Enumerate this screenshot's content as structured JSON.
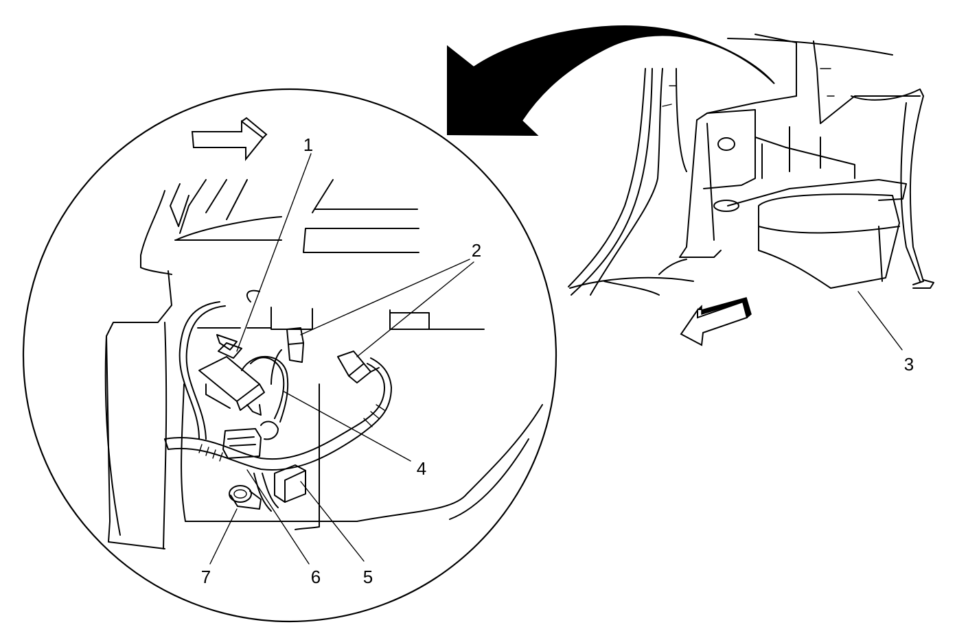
{
  "diagram": {
    "callouts": [
      {
        "id": "1",
        "label": "1"
      },
      {
        "id": "2",
        "label": "2"
      },
      {
        "id": "3",
        "label": "3"
      },
      {
        "id": "4",
        "label": "4"
      },
      {
        "id": "5",
        "label": "5"
      },
      {
        "id": "6",
        "label": "6"
      },
      {
        "id": "7",
        "label": "7"
      }
    ],
    "icons": {
      "view_arrow": "curved-arrow-icon",
      "forward_arrow": "direction-arrow-icon",
      "rear_arrow": "direction-arrow-icon"
    },
    "colors": {
      "line": "#000000",
      "background": "#ffffff"
    }
  }
}
